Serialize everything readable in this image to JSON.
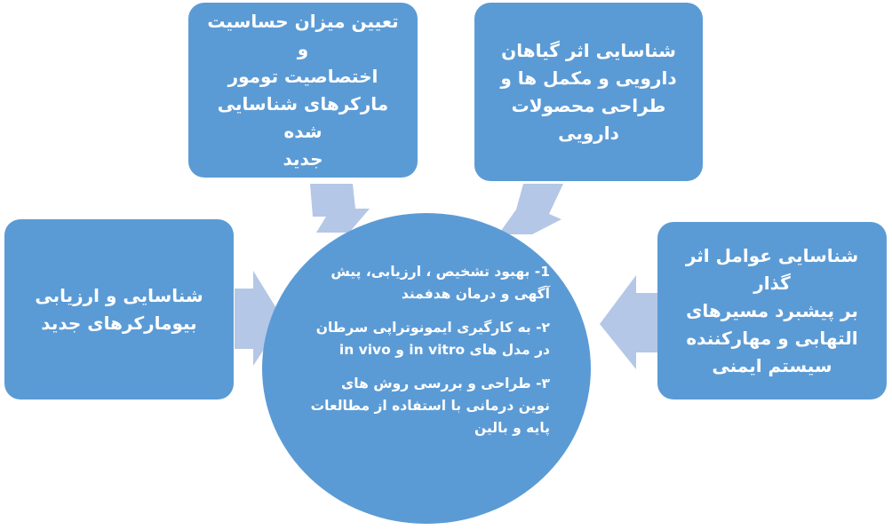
{
  "boxes": {
    "top_left": "تعیین میزان حساسیت و\nاختصاصیت تومور\nمارکرهای شناسایی شده\nجدید",
    "top_right": "شناسایی اثر گیاهان\nدارویی و مکمل ها و\nطراحی محصولات دارویی",
    "left": "شناسایی و ارزیابی\nبیومارکرهای جدید",
    "right": "شناسایی عوامل اثر گذار\nبر پیشبرد مسیرهای\nالتهابی  و مهارکننده\nسیستم ایمنی"
  },
  "center": {
    "item1": "1- بهبود تشخیص ، ارزیابی، پیش آگهی و درمان هدفمند",
    "item2_prefix": "۲- به کارگیری ایمونوتراپی سرطان در مدل های",
    "item2_in_vitro": "in vitro",
    "item2_and": "و",
    "item2_in_vivo": "in vivo",
    "item3": "۳- طراحی و بررسی روش های نوین درمانی با استفاده از مطالعات پایه و بالین"
  },
  "colors": {
    "box_fill": "#5b9bd5",
    "arrow_fill": "#b4c7e7",
    "text": "#ffffff"
  }
}
